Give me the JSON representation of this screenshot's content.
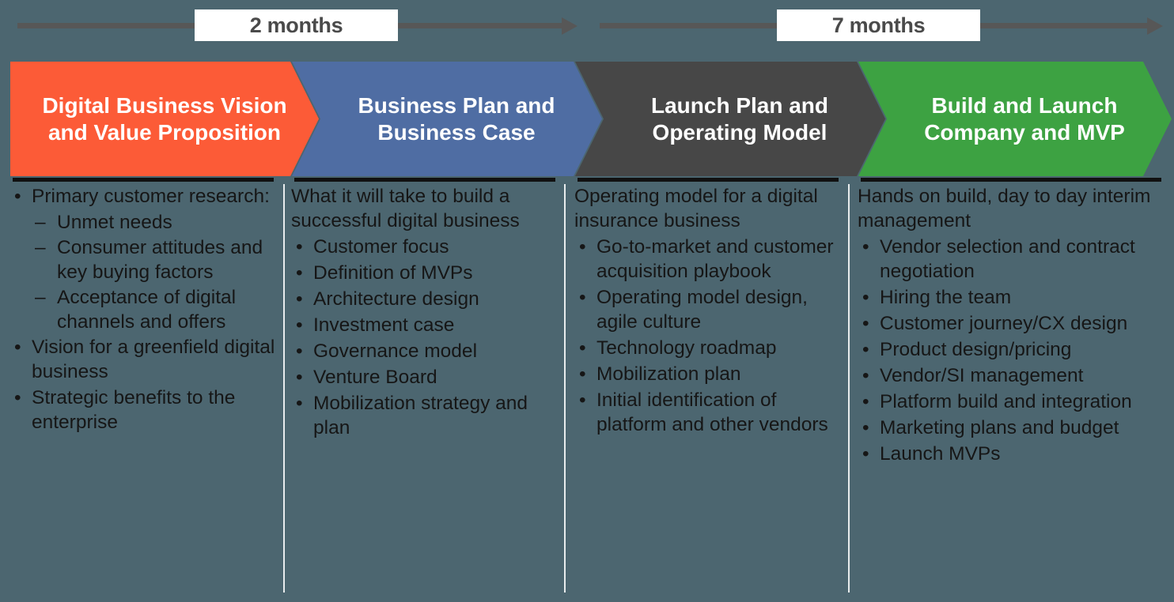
{
  "colors": {
    "background": "#4c6670",
    "phase1": "#FC5B37",
    "phase2": "#4F6DA3",
    "phase3": "#474747",
    "phase4": "#3DA242",
    "timeline_line": "#575757",
    "label_box": "#FFFFFF",
    "label_text": "#4A4A4A",
    "body_text": "#161616",
    "divider": "#E8ECED"
  },
  "timeline": {
    "segments": [
      {
        "duration_label": "2 months",
        "arrow_icon": "arrow-right-icon"
      },
      {
        "duration_label": "7 months",
        "arrow_icon": "arrow-right-icon"
      }
    ]
  },
  "phases": [
    {
      "id": "phase-1",
      "title": "Digital Business Vision and Value Proposition",
      "color": "#FC5B37"
    },
    {
      "id": "phase-2",
      "title": "Business Plan and Business Case",
      "color": "#4F6DA3"
    },
    {
      "id": "phase-3",
      "title": "Launch Plan and Operating Model",
      "color": "#474747"
    },
    {
      "id": "phase-4",
      "title": "Build and Launch Company and MVP",
      "color": "#3DA242"
    }
  ],
  "columns": [
    {
      "id": "column-1",
      "lead": "",
      "items": [
        {
          "level": 1,
          "marker": "•",
          "text": "Primary customer research:"
        },
        {
          "level": 2,
          "marker": "–",
          "text": "Unmet needs"
        },
        {
          "level": 2,
          "marker": "–",
          "text": "Consumer attitudes and key buying factors"
        },
        {
          "level": 2,
          "marker": "–",
          "text": "Acceptance of digital channels and offers"
        },
        {
          "level": 1,
          "marker": "•",
          "text": "Vision for a greenfield digital business"
        },
        {
          "level": 1,
          "marker": "•",
          "text": "Strategic benefits to the enterprise"
        }
      ]
    },
    {
      "id": "column-2",
      "lead": "What it will take to build a successful digital business",
      "items": [
        {
          "level": 1,
          "marker": "•",
          "text": "Customer focus"
        },
        {
          "level": 1,
          "marker": "•",
          "text": "Definition of MVPs"
        },
        {
          "level": 1,
          "marker": "•",
          "text": "Architecture design"
        },
        {
          "level": 1,
          "marker": "•",
          "text": "Investment case"
        },
        {
          "level": 1,
          "marker": "•",
          "text": "Governance model"
        },
        {
          "level": 1,
          "marker": "•",
          "text": "Venture Board"
        },
        {
          "level": 1,
          "marker": "•",
          "text": "Mobilization strategy and plan"
        }
      ]
    },
    {
      "id": "column-3",
      "lead": "Operating model for a digital insurance business",
      "items": [
        {
          "level": 1,
          "marker": "•",
          "text": "Go-to-market and customer acquisition playbook"
        },
        {
          "level": 1,
          "marker": "•",
          "text": "Operating model design, agile culture"
        },
        {
          "level": 1,
          "marker": "•",
          "text": "Technology roadmap"
        },
        {
          "level": 1,
          "marker": "•",
          "text": "Mobilization plan"
        },
        {
          "level": 1,
          "marker": "•",
          "text": "Initial identification of platform and other vendors"
        }
      ]
    },
    {
      "id": "column-4",
      "lead": "Hands on build, day to day interim management",
      "items": [
        {
          "level": 1,
          "marker": "•",
          "text": "Vendor selection and contract negotiation"
        },
        {
          "level": 1,
          "marker": "•",
          "text": "Hiring the team"
        },
        {
          "level": 1,
          "marker": "•",
          "text": "Customer journey/CX design"
        },
        {
          "level": 1,
          "marker": "•",
          "text": "Product design/pricing"
        },
        {
          "level": 1,
          "marker": "•",
          "text": "Vendor/SI management"
        },
        {
          "level": 1,
          "marker": "•",
          "text": "Platform build and integration"
        },
        {
          "level": 1,
          "marker": "•",
          "text": "Marketing plans and budget"
        },
        {
          "level": 1,
          "marker": "•",
          "text": "Launch MVPs"
        }
      ]
    }
  ]
}
